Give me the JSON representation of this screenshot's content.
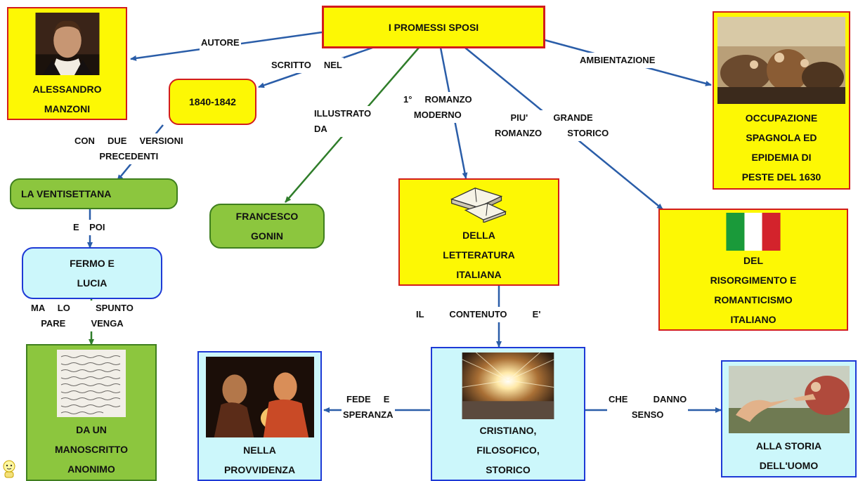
{
  "nodes": {
    "main": "I     PROMESSI     SPOSI",
    "author": "ALESSANDRO\nMANZONI",
    "years": "1840-1842",
    "ventisettana": "LA     VENTISETTANA",
    "fermo": "FERMO     E\nLUCIA",
    "manuscript": "DA    UN\nMANOSCRITTO\nANONIMO",
    "gonin": "FRANCESCO\nGONIN",
    "modern": "DELLA\nLETTERATURA\nITALIANA",
    "setting": "OCCUPAZIONE\nSPAGNOLA     ED\nEPIDEMIA     DI\nPESTE   DEL   1630",
    "risorgimento": "DEL\nRISORGIMENTO     E\nROMANTICISMO\nITALIANO",
    "content": "CRISTIANO,\nFILOSOFICO,\nSTORICO",
    "providence": "NELLA\nPROVVIDENZA",
    "history": "ALLA     STORIA\nDELL'UOMO"
  },
  "labels": {
    "autore": "AUTORE",
    "scritto": "SCRITTO     NEL",
    "ambientazione": "AMBIENTAZIONE",
    "illustrato": "ILLUSTRATO\nDA",
    "romanzo_moderno": "1°     ROMANZO\nMODERNO",
    "piu_grande": "PIU'          GRANDE\nROMANZO          STORICO",
    "con_due": "CON     DUE     VERSIONI\nPRECEDENTI",
    "e_poi": "E    POI",
    "ma_lo": "MA     LO          SPUNTO\nPARE          VENGA",
    "contenuto": "IL          CONTENUTO          E'",
    "fede": "FEDE     E\nSPERANZA",
    "che_danno": "CHE          DANNO\nSENSO"
  },
  "colors": {
    "yellow": "#fdf804",
    "red_border": "#d31c1c",
    "green": "#8cc63e",
    "green_border": "#3f7f1e",
    "cyan": "#ccf7fb",
    "blue_border": "#1e3ad6",
    "arrow_blue": "#2a5da8",
    "arrow_green": "#2f7d2a"
  }
}
